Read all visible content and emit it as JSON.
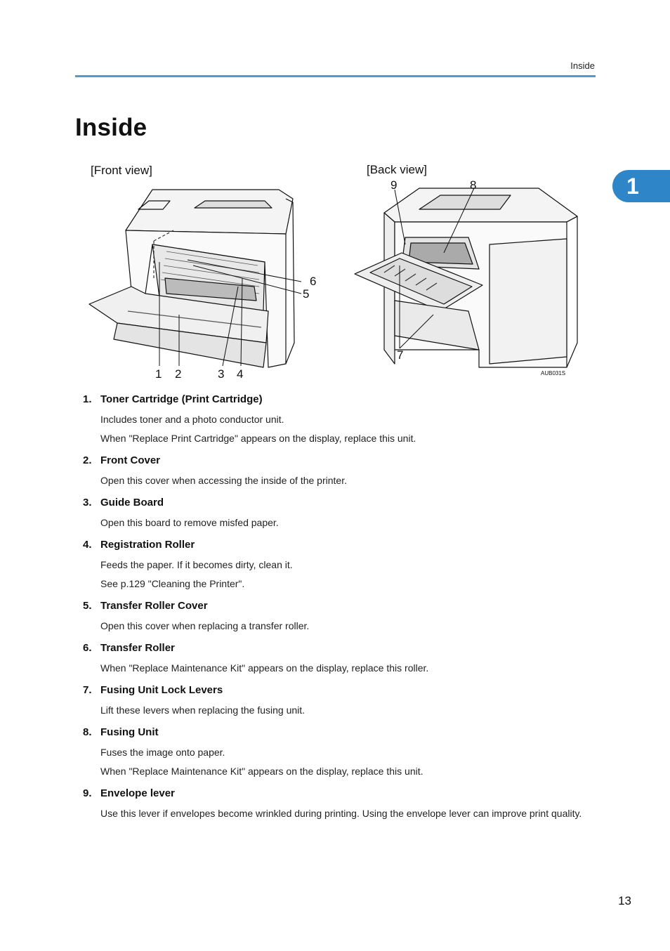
{
  "header": {
    "running_title": "Inside"
  },
  "page_title": "Inside",
  "chapter_tab": "1",
  "figure": {
    "front_label": "[Front view]",
    "back_label": "[Back view]",
    "callouts": [
      "1",
      "2",
      "3",
      "4",
      "5",
      "6",
      "7",
      "8",
      "9"
    ],
    "figure_code": "AUB031S"
  },
  "items": [
    {
      "num": "1.",
      "title": "Toner Cartridge (Print Cartridge)",
      "desc": [
        "Includes toner and a photo conductor unit.",
        "When \"Replace Print Cartridge\" appears on the display, replace this unit."
      ]
    },
    {
      "num": "2.",
      "title": "Front Cover",
      "desc": [
        "Open this cover when accessing the inside of the printer."
      ]
    },
    {
      "num": "3.",
      "title": "Guide Board",
      "desc": [
        "Open this board to remove misfed paper."
      ]
    },
    {
      "num": "4.",
      "title": "Registration Roller",
      "desc": [
        "Feeds the paper. If it becomes dirty, clean it.",
        "See p.129  \"Cleaning the Printer\"."
      ]
    },
    {
      "num": "5.",
      "title": "Transfer Roller Cover",
      "desc": [
        "Open this cover when replacing a transfer roller."
      ]
    },
    {
      "num": "6.",
      "title": "Transfer Roller",
      "desc": [
        "When \"Replace Maintenance Kit\" appears on the display, replace this roller."
      ]
    },
    {
      "num": "7.",
      "title": "Fusing Unit Lock Levers",
      "desc": [
        "Lift these levers when replacing the fusing unit."
      ]
    },
    {
      "num": "8.",
      "title": "Fusing Unit",
      "desc": [
        "Fuses the image onto paper.",
        "When \"Replace Maintenance Kit\" appears on the display, replace this unit."
      ]
    },
    {
      "num": "9.",
      "title": "Envelope lever",
      "desc": [
        "Use this lever if envelopes become wrinkled during printing. Using the envelope lever can improve print quality."
      ]
    }
  ],
  "page_number": "13",
  "colors": {
    "accent": "#4f9bd1",
    "tab": "#2e86c8"
  }
}
